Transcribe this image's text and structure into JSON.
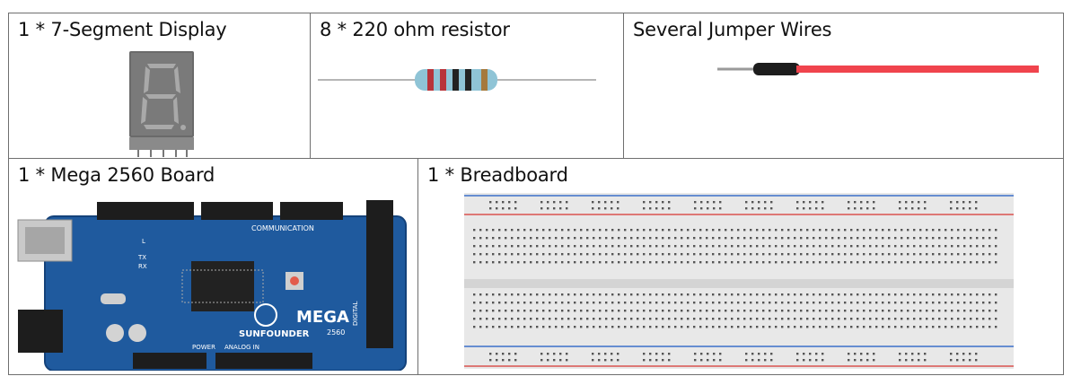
{
  "components": [
    {
      "label": "1 * 7-Segment Display",
      "icon": "seven-segment-display-icon"
    },
    {
      "label": "8 * 220 ohm resistor",
      "icon": "resistor-icon"
    },
    {
      "label": "Several Jumper Wires",
      "icon": "jumper-wire-icon"
    },
    {
      "label": "1 * Mega 2560 Board",
      "icon": "mega-2560-board-icon"
    },
    {
      "label": "1 * Breadboard",
      "icon": "breadboard-icon"
    }
  ],
  "board": {
    "brand": "SUNFOUNDER",
    "model": "MEGA",
    "model_number": "2560",
    "header_communication": "COMMUNICATION",
    "header_power": "POWER",
    "header_analog": "ANALOG IN",
    "header_digital": "DIGITAL",
    "led_tx": "TX",
    "led_rx": "RX",
    "led_l": "L"
  },
  "colors": {
    "board_blue": "#1f5a9e",
    "breadboard_red_rail": "#d9534f",
    "breadboard_blue_rail": "#3b6fc9",
    "wire_red": "#f0444d",
    "segment_body": "#7c7c7c"
  }
}
